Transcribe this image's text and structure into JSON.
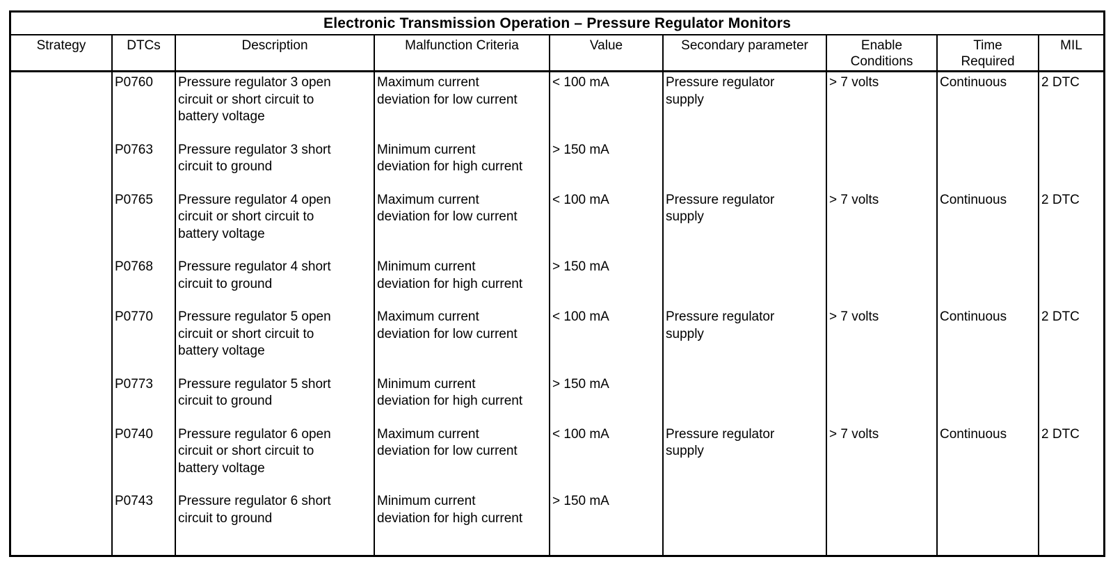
{
  "table": {
    "title": "Electronic Transmission Operation – Pressure Regulator Monitors",
    "columns": [
      "Strategy",
      "DTCs",
      "Description",
      "Malfunction Criteria",
      "Value",
      "Secondary parameter",
      "Enable\nConditions",
      "Time\nRequired",
      "MIL"
    ],
    "rows": [
      {
        "strategy": "",
        "dtc": "P0760",
        "description": "Pressure regulator 3 open\ncircuit or short circuit to\nbattery voltage",
        "malfunction": "Maximum current\ndeviation for low current",
        "value": "< 100 mA",
        "secondary": "Pressure regulator\nsupply",
        "enable": "> 7 volts",
        "time": "Continuous",
        "mil": "2 DTC"
      },
      {
        "strategy": "",
        "dtc": "P0763",
        "description": "Pressure regulator 3 short\ncircuit to ground",
        "malfunction": "Minimum current\ndeviation for high current",
        "value": "> 150 mA",
        "secondary": "",
        "enable": "",
        "time": "",
        "mil": ""
      },
      {
        "strategy": "",
        "dtc": "P0765",
        "description": "Pressure regulator 4 open\ncircuit or short circuit to\nbattery voltage",
        "malfunction": "Maximum current\ndeviation for low current",
        "value": "< 100 mA",
        "secondary": "Pressure regulator\nsupply",
        "enable": "> 7 volts",
        "time": "Continuous",
        "mil": "2 DTC"
      },
      {
        "strategy": "",
        "dtc": "P0768",
        "description": "Pressure regulator 4 short\ncircuit to ground",
        "malfunction": "Minimum current\ndeviation for high current",
        "value": "> 150 mA",
        "secondary": "",
        "enable": "",
        "time": "",
        "mil": ""
      },
      {
        "strategy": "",
        "dtc": "P0770",
        "description": "Pressure regulator 5 open\ncircuit or short circuit to\nbattery voltage",
        "malfunction": "Maximum current\ndeviation for low current",
        "value": "< 100 mA",
        "secondary": "Pressure regulator\nsupply",
        "enable": "> 7 volts",
        "time": "Continuous",
        "mil": "2 DTC"
      },
      {
        "strategy": "",
        "dtc": "P0773",
        "description": "Pressure regulator 5 short\ncircuit to ground",
        "malfunction": "Minimum current\ndeviation for high current",
        "value": "> 150 mA",
        "secondary": "",
        "enable": "",
        "time": "",
        "mil": ""
      },
      {
        "strategy": "",
        "dtc": "P0740",
        "description": "Pressure regulator 6 open\ncircuit or short circuit to\nbattery voltage",
        "malfunction": "Maximum current\ndeviation for low current",
        "value": "< 100 mA",
        "secondary": "Pressure regulator\nsupply",
        "enable": "> 7 volts",
        "time": "Continuous",
        "mil": "2 DTC"
      },
      {
        "strategy": "",
        "dtc": "P0743",
        "description": "Pressure regulator 6 short\ncircuit to ground",
        "malfunction": "Minimum current\ndeviation for high current",
        "value": "> 150 mA",
        "secondary": "",
        "enable": "",
        "time": "",
        "mil": ""
      }
    ]
  }
}
